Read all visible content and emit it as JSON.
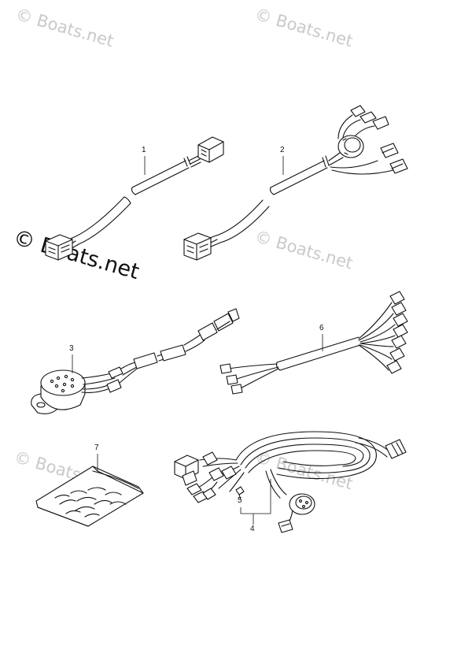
{
  "watermark": {
    "text": "© Boats.net"
  },
  "callouts": [
    {
      "id": "c1",
      "label": "1"
    },
    {
      "id": "c2",
      "label": "2"
    },
    {
      "id": "c3",
      "label": "3"
    },
    {
      "id": "c4",
      "label": "4"
    },
    {
      "id": "c5",
      "label": "5"
    },
    {
      "id": "c6",
      "label": "6"
    },
    {
      "id": "c7",
      "label": "7"
    }
  ]
}
